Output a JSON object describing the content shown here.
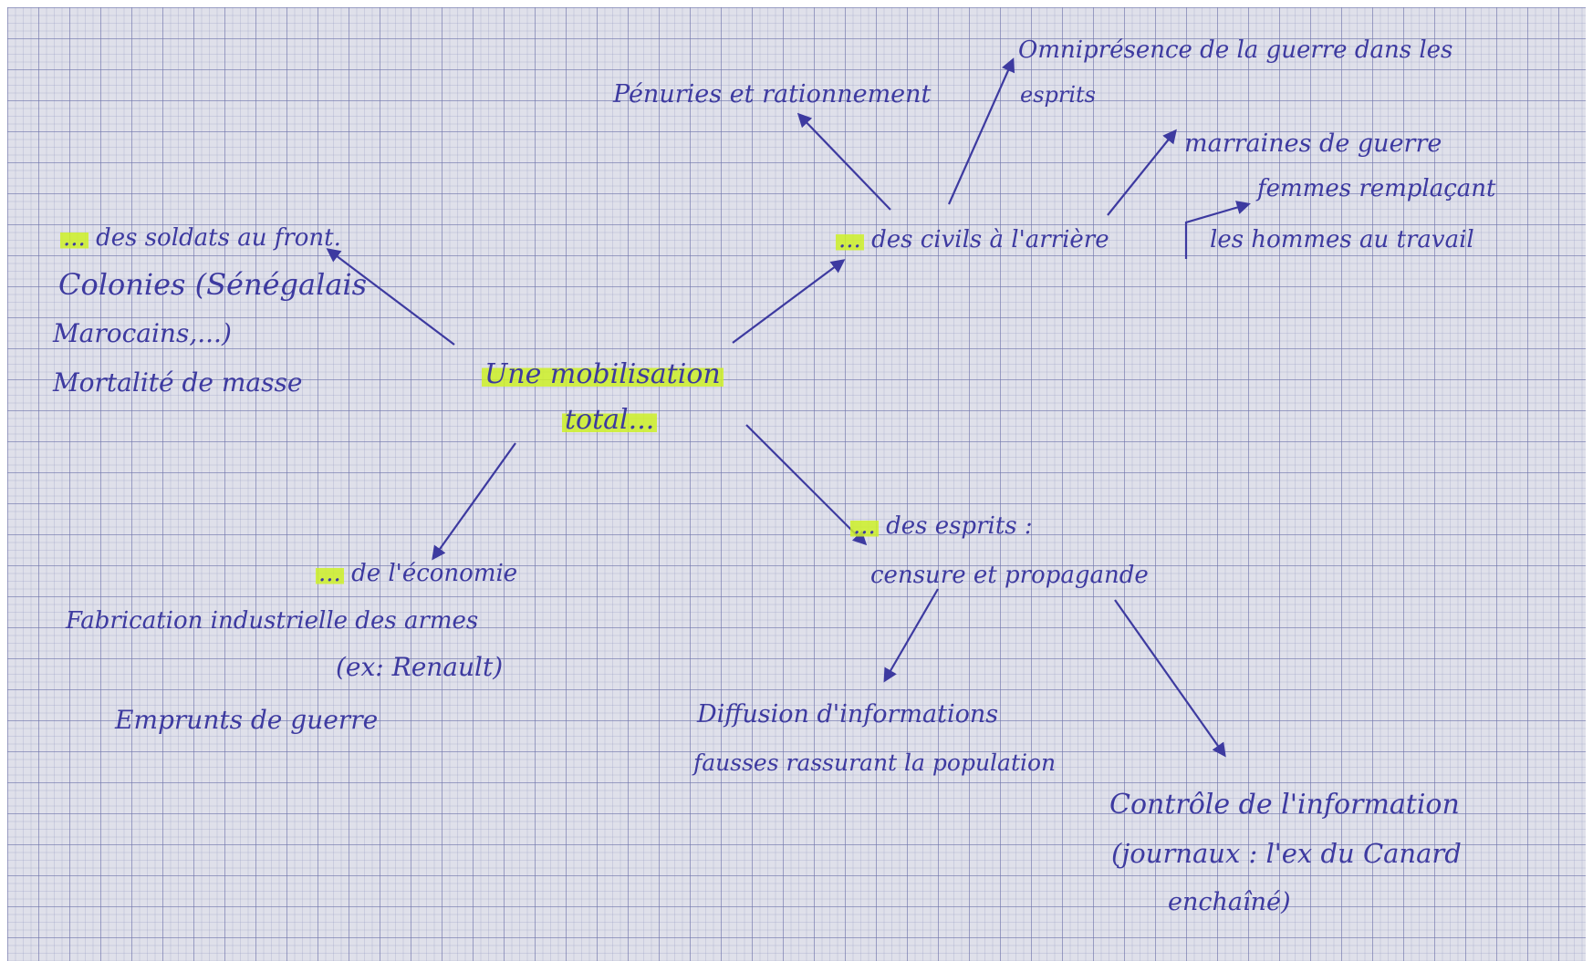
{
  "center": {
    "line1": "Une mobilisation",
    "line2": "total..."
  },
  "branches": {
    "soldats": {
      "marker": "...",
      "heading": "des soldats au front.",
      "lines": [
        "Colonies (Sénégalais",
        "Marocains,...)",
        "Mortalité de masse"
      ]
    },
    "civils": {
      "marker": "...",
      "heading": "des civils à l'arrière",
      "subs": [
        "Pénuries et rationnement",
        "Omniprésence de la guerre dans les",
        "esprits",
        "marraines de guerre",
        "femmes remplaçant",
        "les hommes au travail"
      ]
    },
    "economie": {
      "marker": "...",
      "heading": "de l'économie",
      "lines": [
        "Fabrication industrielle des armes",
        "(ex: Renault)",
        "Emprunts de guerre"
      ]
    },
    "esprits": {
      "marker": "...",
      "heading": "des esprits :",
      "subheading": "censure et propagande",
      "diffusion": [
        "Diffusion d'informations",
        "fausses rassurant la population"
      ],
      "controle": [
        "Contrôle de l'information",
        "(journaux : l'ex du Canard",
        "enchaîné)"
      ]
    }
  },
  "colors": {
    "ink": "#3d3aa0",
    "highlight": "#cdf028",
    "paper": "#dfe0ea",
    "grid": "#6e73aa"
  }
}
